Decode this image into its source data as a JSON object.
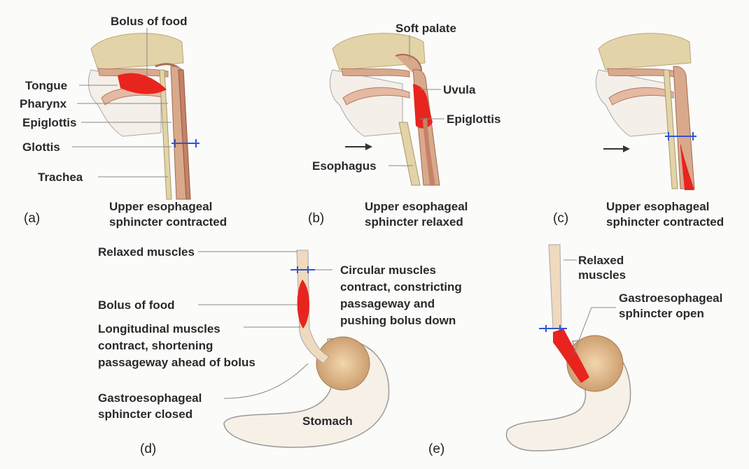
{
  "panels": {
    "a": {
      "letter": "(a)",
      "caption_line1": "Upper esophageal",
      "caption_line2": "sphincter contracted",
      "labels": {
        "bolus": "Bolus of food",
        "tongue": "Tongue",
        "pharynx": "Pharynx",
        "epiglottis": "Epiglottis",
        "glottis": "Glottis",
        "trachea": "Trachea"
      }
    },
    "b": {
      "letter": "(b)",
      "caption_line1": "Upper esophageal",
      "caption_line2": "sphincter relaxed",
      "labels": {
        "soft_palate": "Soft palate",
        "uvula": "Uvula",
        "epiglottis": "Epiglottis",
        "esophagus": "Esophagus"
      }
    },
    "c": {
      "letter": "(c)",
      "caption_line1": "Upper esophageal",
      "caption_line2": "sphincter contracted"
    },
    "d": {
      "letter": "(d)",
      "labels": {
        "relaxed_muscles": "Relaxed muscles",
        "bolus": "Bolus of food",
        "longitudinal_1": "Longitudinal muscles",
        "longitudinal_2": "contract, shortening",
        "longitudinal_3": "passageway ahead of bolus",
        "circular_1": "Circular muscles",
        "circular_2": "contract, constricting",
        "circular_3": "passageway and",
        "circular_4": "pushing bolus down",
        "ges_closed_1": "Gastroesophageal",
        "ges_closed_2": "sphincter closed",
        "stomach": "Stomach"
      }
    },
    "e": {
      "letter": "(e)",
      "labels": {
        "relaxed_1": "Relaxed",
        "relaxed_2": "muscles",
        "ges_open_1": "Gastroesophageal",
        "ges_open_2": "sphincter open"
      }
    }
  },
  "colors": {
    "bolus": "#e8241e",
    "bone": "#e3d3a8",
    "tissue": "#d9a98c",
    "outline": "#9a9a9a",
    "sphincter": "#3355cc",
    "stomach": "#e6c59a"
  }
}
